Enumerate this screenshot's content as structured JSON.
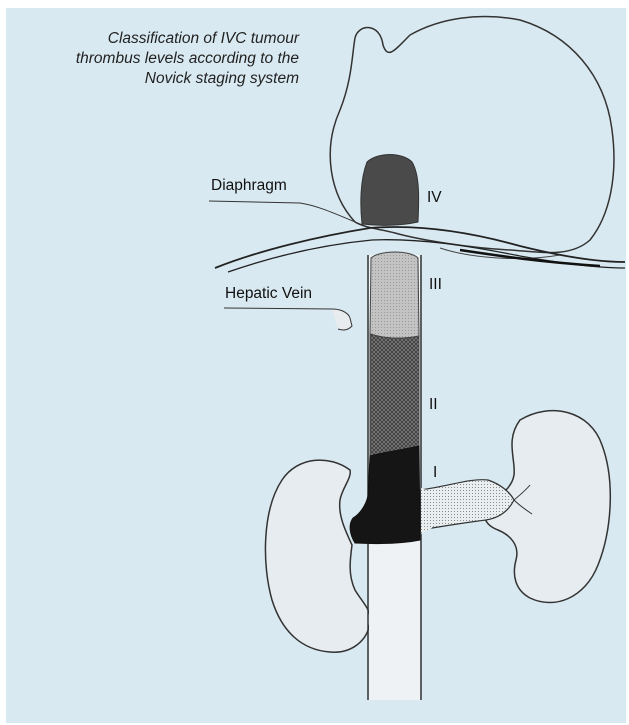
{
  "caption": {
    "lines": [
      "Classification of IVC tumour",
      "thrombus levels according to the",
      "Novick staging system"
    ]
  },
  "labels": {
    "diaphragm": "Diaphragm",
    "hepatic_vein": "Hepatic Vein",
    "level_iv": "IV",
    "level_iii": "III",
    "level_ii": "II",
    "level_i": "I"
  },
  "colors": {
    "background": "#d9e9f1",
    "outline": "#333333",
    "level_iv": "#4a4a4a",
    "level_iii": "#b9b9b9",
    "level_ii": "#6b6b6b",
    "level_i": "#151515"
  }
}
